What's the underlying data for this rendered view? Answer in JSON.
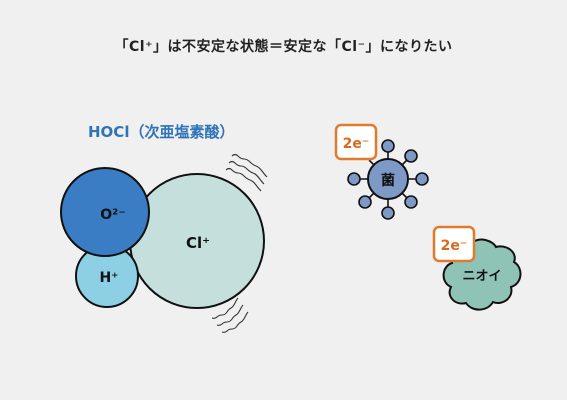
{
  "title": "「Cl⁺」は不安定な状態＝安定な「Cl⁻」になりたい",
  "molecule": {
    "name": "HOCl（次亜塩素酸）",
    "oxygen_label": "O²⁻",
    "hydrogen_label": "H⁺",
    "chlorine_label": "Cl⁺"
  },
  "bacteria": {
    "label": "菌",
    "electron_label": "2e⁻"
  },
  "odor": {
    "label": "ニオイ",
    "electron_label": "2e⁻"
  },
  "colors": {
    "background": "#f0f0f0",
    "accent_blue": "#2f74b8",
    "oxygen": "#3b7dc4",
    "hydrogen": "#8dd0e6",
    "chlorine": "#c5e0dc",
    "bacteria": "#7d9ac7",
    "odor": "#8fc3b6",
    "electron_border": "#e07a2c",
    "electron_text": "#d9691e"
  }
}
